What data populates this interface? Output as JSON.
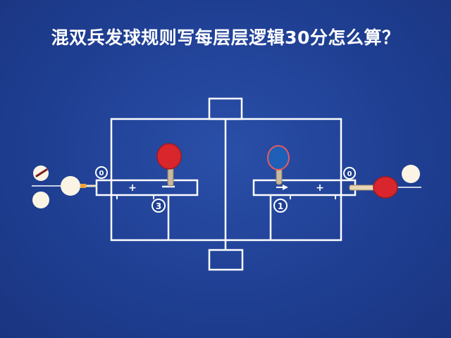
{
  "title": "混双兵发球规则写每层层逻辑30分怎么算？",
  "labels": {
    "left_circle": "0",
    "right_circle": "0",
    "left_number": "3",
    "right_number": "1",
    "plus_left": "+",
    "plus_right": "+"
  },
  "colors": {
    "background": "#1f3f93",
    "lines": "#ffffff",
    "paddle_red": "#d8262c",
    "paddle_blue": "#1e5fb8",
    "ball": "#fbf4e4"
  }
}
